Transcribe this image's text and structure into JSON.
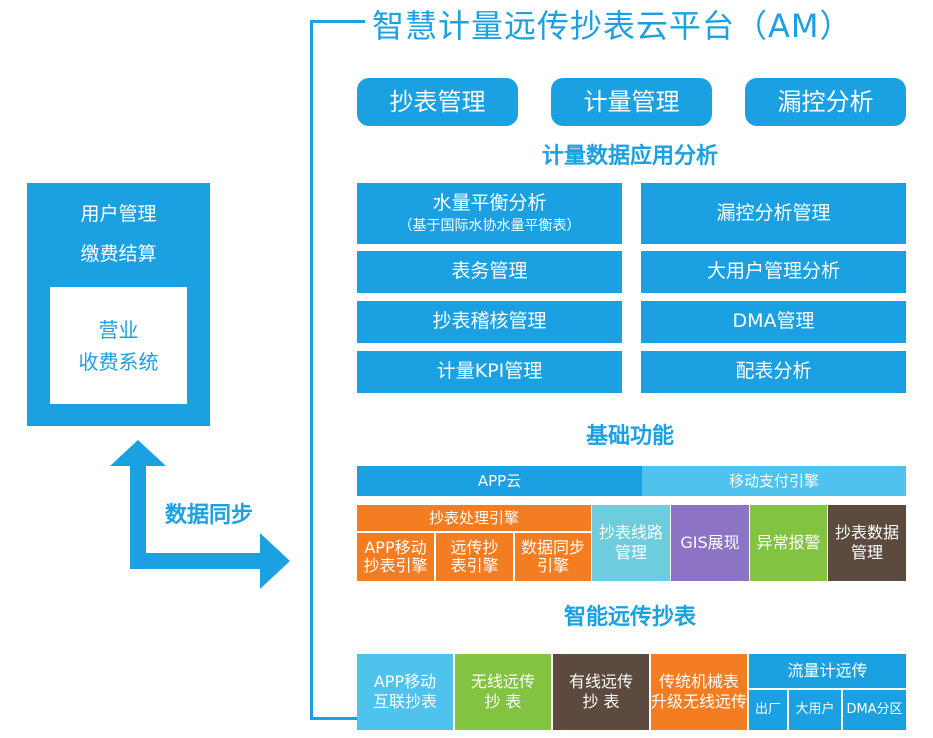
{
  "platform_title": "智慧计量远传抄表云平台（AM）",
  "top_tabs": [
    "抄表管理",
    "计量管理",
    "漏控分析"
  ],
  "analysis": {
    "heading": "计量数据应用分析",
    "items": [
      {
        "label": "水量平衡分析",
        "sub": "（基于国际水协水量平衡表）"
      },
      {
        "label": "漏控分析管理"
      },
      {
        "label": "表务管理"
      },
      {
        "label": "大用户管理分析"
      },
      {
        "label": "抄表稽核管理"
      },
      {
        "label": "DMA管理"
      },
      {
        "label": "计量KPI管理"
      },
      {
        "label": "配表分析"
      }
    ]
  },
  "basic": {
    "heading": "基础功能",
    "app_cloud": "APP云",
    "payment_engine": "移动支付引擎",
    "processing_engine": "抄表处理引擎",
    "processing_parts": [
      "APP移动\n抄表引擎",
      "远传抄\n表引擎",
      "数据同步\n引擎"
    ],
    "modules": [
      "抄表线路\n管理",
      "GIS展现",
      "异常报警",
      "抄表数据\n管理"
    ]
  },
  "smart": {
    "heading": "智能远传抄表",
    "items": [
      "APP移动\n互联抄表",
      "无线远传\n抄 表",
      "有线远传\n抄 表",
      "传统机械表\n升级无线远传"
    ],
    "flow": {
      "label": "流量计远传",
      "parts": [
        "出厂",
        "大用户",
        "DMA分区"
      ]
    }
  },
  "left_system": {
    "lines": [
      "用户管理",
      "缴费结算"
    ],
    "inner": "营业\n收费系统"
  },
  "sync_label": "数据同步",
  "colors": {
    "blue": "#1ba1e2",
    "light_blue": "#4fc3ee",
    "orange": "#f47c21",
    "teal": "#6dcddf",
    "purple": "#8c73c4",
    "green": "#82c341",
    "brown": "#5c4a3f"
  }
}
